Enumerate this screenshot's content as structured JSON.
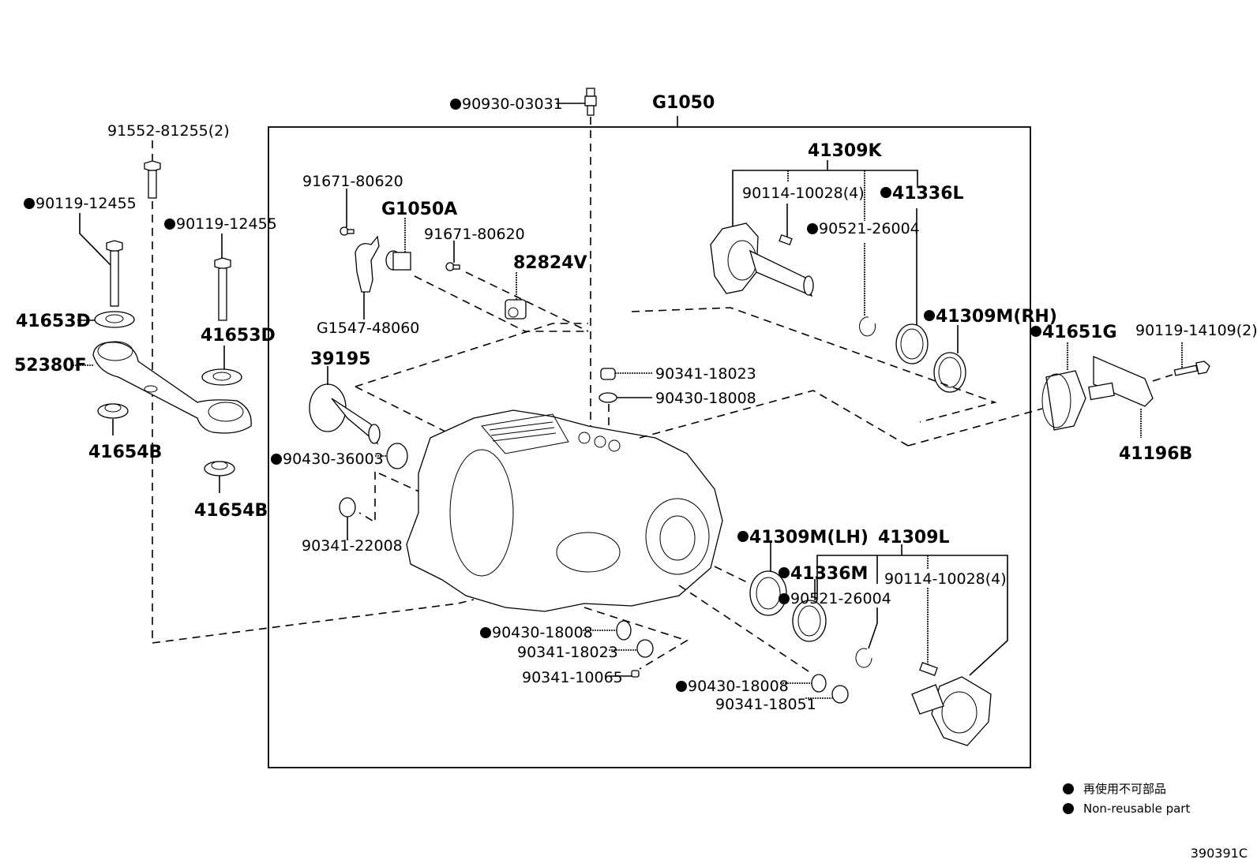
{
  "diagram": {
    "assembly_label": "G1050",
    "labels": [
      {
        "id": "p91552",
        "text": "91552-81255(2)",
        "nonreusable": false
      },
      {
        "id": "p90119a",
        "text": "90119-12455",
        "nonreusable": true
      },
      {
        "id": "p90119b",
        "text": "90119-12455",
        "nonreusable": true
      },
      {
        "id": "p41653d_a",
        "text": "41653D",
        "nonreusable": false
      },
      {
        "id": "p41653d_b",
        "text": "41653D",
        "nonreusable": false
      },
      {
        "id": "p52380f",
        "text": "52380F",
        "nonreusable": false
      },
      {
        "id": "p41654b_a",
        "text": "41654B",
        "nonreusable": false
      },
      {
        "id": "p41654b_b",
        "text": "41654B",
        "nonreusable": false
      },
      {
        "id": "p90930",
        "text": "90930-03031",
        "nonreusable": true
      },
      {
        "id": "p91671a",
        "text": "91671-80620",
        "nonreusable": false
      },
      {
        "id": "pG1050A",
        "text": "G1050A",
        "nonreusable": false
      },
      {
        "id": "p91671b",
        "text": "91671-80620",
        "nonreusable": false
      },
      {
        "id": "p82824v",
        "text": "82824V",
        "nonreusable": false
      },
      {
        "id": "pG1547",
        "text": "G1547-48060",
        "nonreusable": false
      },
      {
        "id": "p39195",
        "text": "39195",
        "nonreusable": false
      },
      {
        "id": "p90430_36003",
        "text": "90430-36003",
        "nonreusable": true
      },
      {
        "id": "p90341_22008",
        "text": "90341-22008",
        "nonreusable": false
      },
      {
        "id": "p90341_18023a",
        "text": "90341-18023",
        "nonreusable": false
      },
      {
        "id": "p90430_18008a",
        "text": "90430-18008",
        "nonreusable": false
      },
      {
        "id": "p41309k",
        "text": "41309K",
        "nonreusable": false
      },
      {
        "id": "p90114a",
        "text": "90114-10028(4)",
        "nonreusable": false
      },
      {
        "id": "p41336l",
        "text": "41336L",
        "nonreusable": true
      },
      {
        "id": "p90521a",
        "text": "90521-26004",
        "nonreusable": true
      },
      {
        "id": "p41309m_rh",
        "text": "41309M(RH)",
        "nonreusable": true
      },
      {
        "id": "p41651g",
        "text": "41651G",
        "nonreusable": true
      },
      {
        "id": "p90119_14109",
        "text": "90119-14109(2)",
        "nonreusable": false
      },
      {
        "id": "p41196b",
        "text": "41196B",
        "nonreusable": false
      },
      {
        "id": "p41309m_lh",
        "text": "41309M(LH)",
        "nonreusable": true
      },
      {
        "id": "p41309l",
        "text": "41309L",
        "nonreusable": false
      },
      {
        "id": "p41336m",
        "text": "41336M",
        "nonreusable": true
      },
      {
        "id": "p90114b",
        "text": "90114-10028(4)",
        "nonreusable": false
      },
      {
        "id": "p90521b",
        "text": "90521-26004",
        "nonreusable": true
      },
      {
        "id": "p90430_18008b",
        "text": "90430-18008",
        "nonreusable": true
      },
      {
        "id": "p90341_18023b",
        "text": "90341-18023",
        "nonreusable": false
      },
      {
        "id": "p90341_10065",
        "text": "90341-10065",
        "nonreusable": false
      },
      {
        "id": "p90430_18008c",
        "text": "90430-18008",
        "nonreusable": true
      },
      {
        "id": "p90341_18051",
        "text": "90341-18051",
        "nonreusable": false
      }
    ]
  },
  "legend": {
    "items": [
      {
        "text": "再使用不可部品"
      },
      {
        "text": "Non-reusable part"
      }
    ]
  },
  "illustration_code": "390391C"
}
